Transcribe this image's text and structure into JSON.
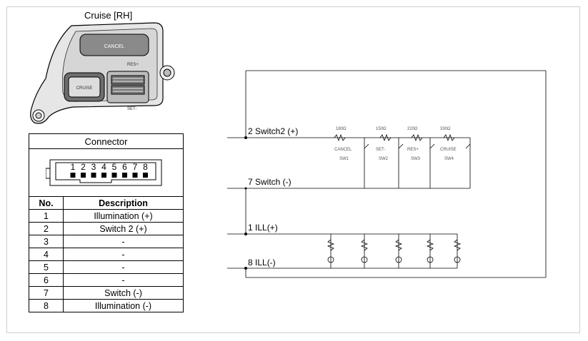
{
  "header": {
    "title": "Cruise [RH]"
  },
  "switch_art": {
    "buttons": [
      "CANCEL",
      "CRUISE",
      "RES+",
      "SET-"
    ]
  },
  "connector": {
    "title": "Connector",
    "pins": [
      "1",
      "2",
      "3",
      "4",
      "5",
      "6",
      "7",
      "8"
    ],
    "columns": [
      "No.",
      "Description"
    ],
    "rows": [
      {
        "no": "1",
        "desc": "Illumination (+)"
      },
      {
        "no": "2",
        "desc": "Switch 2 (+)"
      },
      {
        "no": "3",
        "desc": "-"
      },
      {
        "no": "4",
        "desc": "-"
      },
      {
        "no": "5",
        "desc": "-"
      },
      {
        "no": "6",
        "desc": "-"
      },
      {
        "no": "7",
        "desc": "Switch (-)"
      },
      {
        "no": "8",
        "desc": "Illumination (-)"
      }
    ]
  },
  "schematic": {
    "terminals": [
      "2 Switch2 (+)",
      "7 Switch (-)",
      "1 ILL(+)",
      "8 ILL(-)"
    ],
    "resistors": [
      "180Ω",
      "150Ω",
      "220Ω",
      "330Ω"
    ],
    "switch_names": [
      "CANCEL",
      "SET-",
      "RES+",
      "CRUISE"
    ],
    "switch_ids": [
      "SW1",
      "SW2",
      "SW3",
      "SW4"
    ]
  }
}
